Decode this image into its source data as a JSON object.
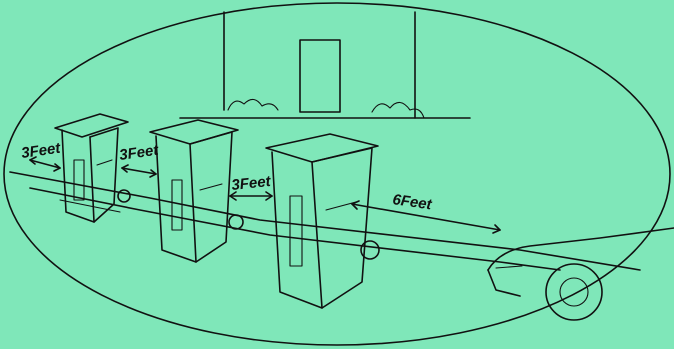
{
  "labels": {
    "left_curb": "3Feet",
    "between_bins_1_2": "3Feet",
    "between_bins_2_3": "3Feet",
    "bin_to_car": "6Feet"
  },
  "colors": {
    "background": "#7fe7b9",
    "ink": "#111111"
  },
  "icons": {
    "bin": "trash-bin-icon",
    "car": "car-icon",
    "wheel": "wheel-icon"
  }
}
